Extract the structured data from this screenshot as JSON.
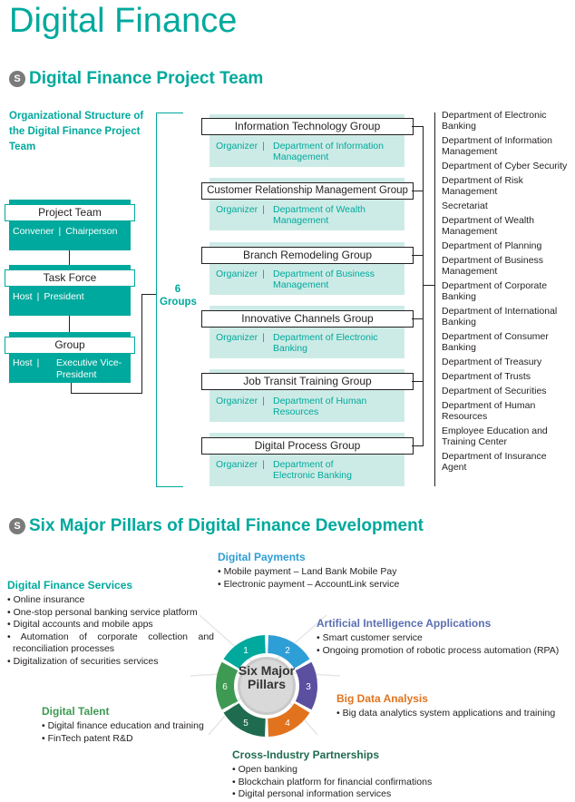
{
  "page_title": "Digital Finance",
  "section1": {
    "icon_text": "S",
    "title": "Digital Finance Project Team",
    "org_title": "Organizational Structure of the Digital Finance Project Team",
    "left_boxes": [
      {
        "header": "Project Team",
        "left": "Convener",
        "right": "Chairperson"
      },
      {
        "header": "Task Force",
        "left": "Host",
        "right": "President"
      },
      {
        "header": "Group",
        "left": "Host",
        "right": "Executive Vice-President"
      }
    ],
    "groups_label": "6 Groups",
    "groups": [
      {
        "name": "Information Technology Group",
        "organizer": "Organizer",
        "dept": "Department of Information Management"
      },
      {
        "name": "Customer Relationship Management Group",
        "organizer": "Organizer",
        "dept": "Department of Wealth Management"
      },
      {
        "name": "Branch Remodeling Group",
        "organizer": "Organizer",
        "dept": "Department of Business Management"
      },
      {
        "name": "Innovative Channels Group",
        "organizer": "Organizer",
        "dept": "Department of Electronic Banking"
      },
      {
        "name": "Job Transit Training Group",
        "organizer": "Organizer",
        "dept": "Department of Human Resources"
      },
      {
        "name": "Digital Process Group",
        "organizer": "Organizer",
        "dept": "Department of Electronic Banking"
      }
    ],
    "departments": [
      "Department of Electronic Banking",
      "Department of Information Management",
      "Department of Cyber Security",
      "Department of Risk Management",
      "Secretariat",
      "Department of Wealth Management",
      "Department of Planning",
      "Department of Business Management",
      "Department of Corporate Banking",
      "Department of International Banking",
      "Department of Consumer Banking",
      "Department of Treasury",
      "Department of Trusts",
      "Department of Securities",
      "Department of Human Resources",
      "Employee Education and Training Center",
      "Department of Insurance Agent"
    ]
  },
  "section2": {
    "icon_text": "S",
    "title": "Six Major Pillars of Digital Finance Development",
    "center_label": "Six Major Pillars",
    "wheel_numbers": [
      "1",
      "2",
      "3",
      "4",
      "5",
      "6"
    ],
    "colors": {
      "teal": "#00a99d",
      "blue": "#2e9ed6",
      "purple": "#5b4fa0",
      "orange": "#e2731e",
      "dark_green": "#1f6b4f",
      "green": "#3e9a52"
    },
    "pillars": [
      {
        "title": "Digital Payments",
        "color": "#2e9ed6",
        "items": [
          "Mobile payment – Land Bank Mobile Pay",
          "Electronic payment – AccountLink service"
        ]
      },
      {
        "title": "Digital Finance Services",
        "color": "#00a99d",
        "items": [
          "Online insurance",
          "One-stop personal banking service platform",
          "Digital accounts and mobile apps",
          "Automation of corporate collection and reconciliation processes",
          "Digitalization of securities services"
        ]
      },
      {
        "title": "Artificial Intelligence Applications",
        "color": "#5b6fb0",
        "items": [
          "Smart customer service",
          "Ongoing promotion of robotic process automation (RPA)"
        ]
      },
      {
        "title": "Big Data Analysis",
        "color": "#e2731e",
        "items": [
          "Big data analytics system applications and training"
        ]
      },
      {
        "title": "Digital Talent",
        "color": "#3e9a52",
        "items": [
          "Digital finance education and training",
          "FinTech patent R&D"
        ]
      },
      {
        "title": "Cross-Industry Partnerships",
        "color": "#1f6b4f",
        "items": [
          "Open banking",
          "Blockchain platform for financial confirmations",
          "Digital personal information services"
        ]
      }
    ]
  }
}
